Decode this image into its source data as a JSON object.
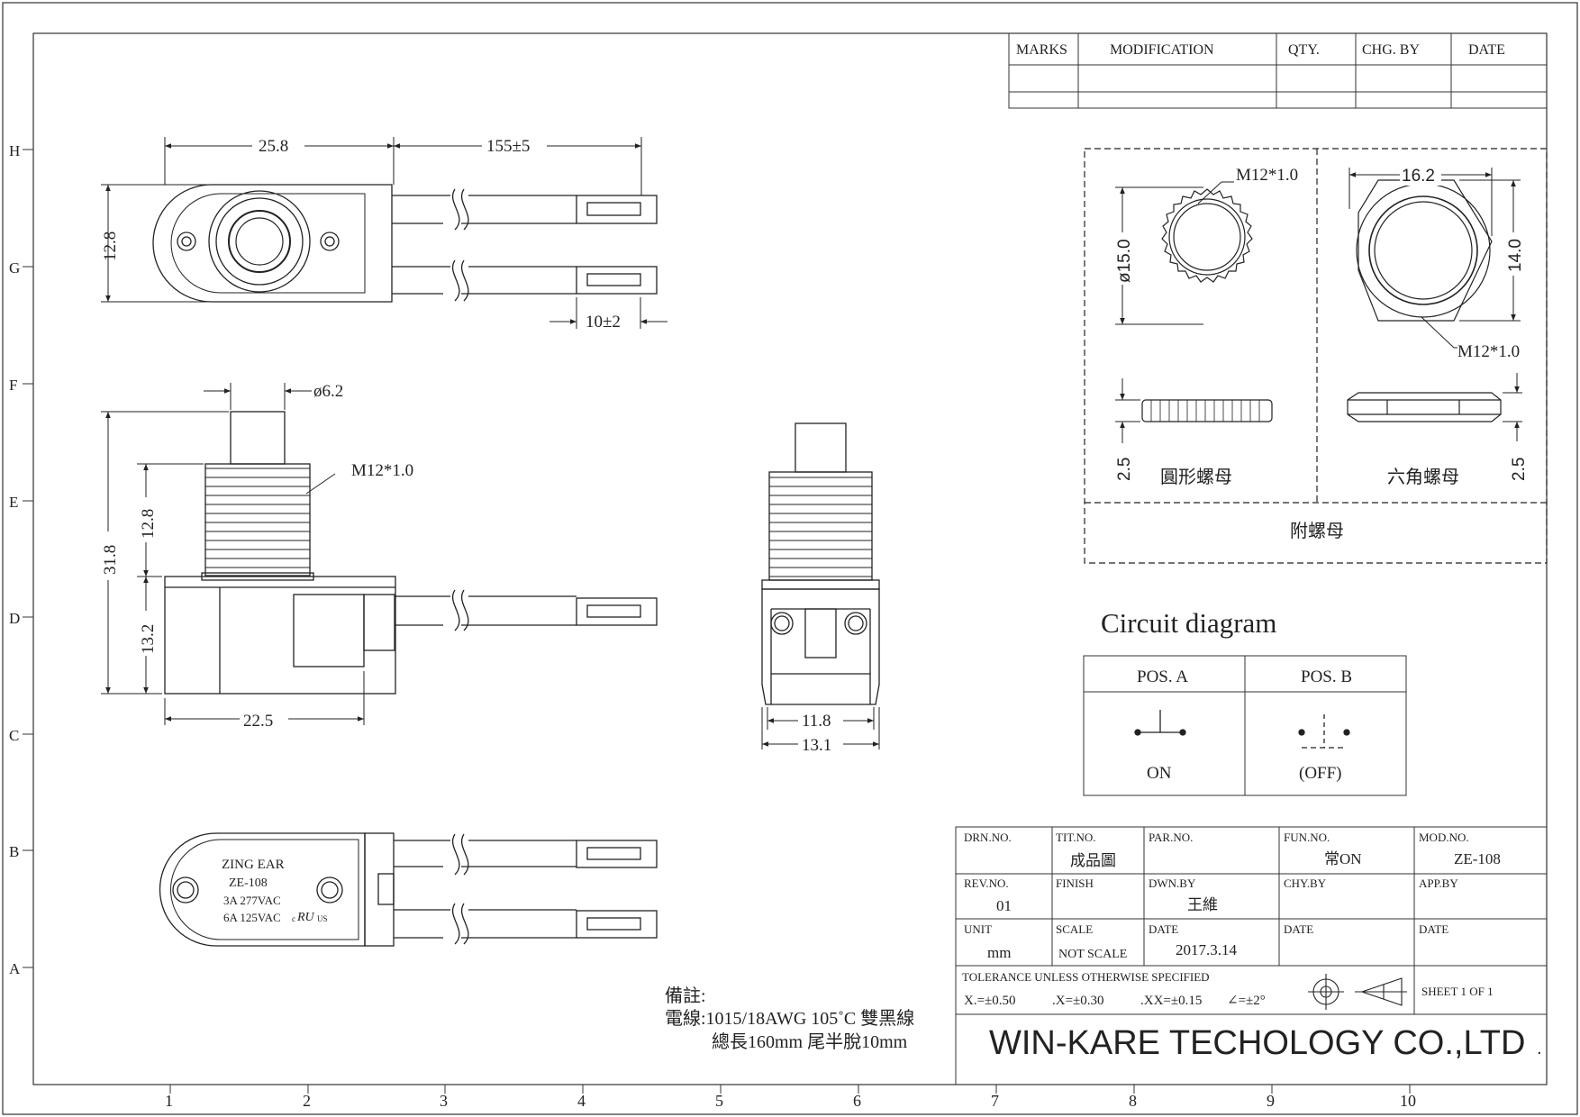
{
  "revision_table": {
    "headers": [
      "MARKS",
      "MODIFICATION",
      "QTY.",
      "CHG. BY",
      "DATE"
    ]
  },
  "grid": {
    "columns": [
      "1",
      "2",
      "3",
      "4",
      "5",
      "6",
      "7",
      "8",
      "9",
      "10"
    ],
    "rows": [
      "H",
      "G",
      "F",
      "E",
      "D",
      "C",
      "B",
      "A"
    ]
  },
  "top_view": {
    "dim_width": "25.8",
    "dim_lead": "155±5",
    "dim_height": "12.8",
    "dim_strip": "10±2"
  },
  "side_view": {
    "dim_plunger": "ø6.2",
    "thread_label": "M12*1.0",
    "dim_total": "31.8",
    "dim_thread": "12.8",
    "dim_body": "13.2",
    "dim_base": "22.5"
  },
  "front_view": {
    "dim_inner": "11.8",
    "dim_outer": "13.1"
  },
  "bottom_view": {
    "brand": "ZING EAR",
    "model": "ZE-108",
    "rating1": "3A 277VAC",
    "rating2": "6A 125VAC",
    "cert_c": "c",
    "cert_ul": "RU",
    "cert_us": "US"
  },
  "nuts": {
    "round_thread": "M12*1.0",
    "round_diameter": "ø15.0",
    "round_thickness": "2.5",
    "round_label": "圓形螺母",
    "hex_width": "16.2",
    "hex_height": "14.0",
    "hex_thread": "M12*1.0",
    "hex_thickness": "2.5",
    "hex_label": "六角螺母",
    "caption": "附螺母"
  },
  "circuit": {
    "title": "Circuit diagram",
    "pos_a": "POS. A",
    "pos_b": "POS. B",
    "state_a": "ON",
    "state_b": "(OFF)"
  },
  "notes": {
    "heading": "備註:",
    "line1": "電線:1015/18AWG 105˚C 雙黑線",
    "line2": "總長160mm 尾半脫10mm"
  },
  "title_block": {
    "drn_no": "DRN.NO.",
    "tit_no": "TIT.NO.",
    "tit_no_value": "成品圖",
    "par_no": "PAR.NO.",
    "fun_no": "FUN.NO.",
    "fun_no_value": "常ON",
    "mod_no": "MOD.NO.",
    "mod_no_value": "ZE-108",
    "rev_no": "REV.NO.",
    "rev_no_value": "01",
    "finish": "FINISH",
    "dwn_by": "DWN.BY",
    "dwn_by_value": "王維",
    "chy_by": "CHY.BY",
    "app_by": "APP.BY",
    "unit": "UNIT",
    "unit_value": "mm",
    "scale": "SCALE",
    "scale_value": "NOT SCALE",
    "date": "DATE",
    "date_value": "2017.3.14",
    "date2": "DATE",
    "date3": "DATE",
    "tolerance": "TOLERANCE  UNLESS  OTHERWISE  SPECIFIED",
    "tol1": "X.=±0.50",
    "tol2": ".X=±0.30",
    "tol3": ".XX=±0.15",
    "tol4": "∠=±2°",
    "sheet": "SHEET  1  OF  1",
    "company": "WIN-KARE TECHOLOGY CO.,LTD",
    "company_dot": "."
  }
}
